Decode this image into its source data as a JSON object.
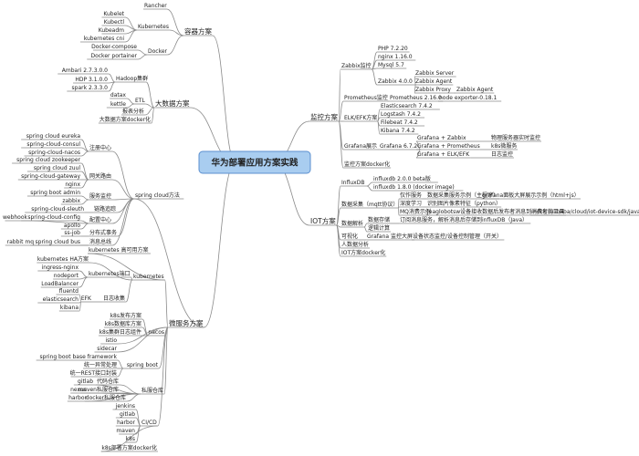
{
  "root": "华为部署应用方案实践",
  "branches": {
    "container": "容器方案",
    "bigdata": "大数据方案",
    "microservice": "微服务方案",
    "monitor": "监控方案",
    "iot": "IOT方案"
  },
  "container": {
    "rancher": "Rancher",
    "kubernetes": "Kubernetes",
    "kubelet": "Kubelet",
    "kubectl": "Kubectl",
    "kubeadm": "Kubeadm",
    "cni": "kubernetes cni",
    "docker": "Docker",
    "compose": "Docker-compose",
    "portainer": "Docker portainer"
  },
  "bigdata": {
    "hadoop": "Hadoop集群",
    "ambari": "Ambari 2.7.3.0.0",
    "hdp": "HDP 3.1.0.0",
    "spark": "spark 2.3.3.0",
    "etl": "ETL",
    "datax": "datax",
    "kettle": "kettle",
    "report": "报表分析",
    "docker": "大数据方案docker化"
  },
  "microservice": {
    "spring_cloud": "spring cloud方法",
    "registry": "注册中心",
    "eureka": "spring cloud eureka",
    "consul": "spring-cloud-consul",
    "nacos": "spring-cloud-nacos",
    "gateway": "网关路由",
    "zookeeper": "spring cloud zookeeper",
    "zuul": "spring cloud zuul",
    "scgateway": "spring-cloud-gateway",
    "nginx": "nginx",
    "monitor": "服务监控",
    "boot_admin": "spring boot admin",
    "zabbix": "zabbix",
    "tracing": "链路追踪",
    "sleuth": "spring-cloud-sleuth",
    "config": "配置中心",
    "webhook": "webhook",
    "scconfig": "spring-cloud-config",
    "apollo": "apollo",
    "tx": "分布式事务",
    "seata": "ss-job",
    "bus": "消息总线",
    "rabbit": "rabbit mq",
    "scbus": "spring cloud bus",
    "kubernetes": "kubernetes",
    "k8s_plan": "kubernetes 高可用方案",
    "k8s_ha": "kubernetes HA方案",
    "ingress": "ingress-nginx",
    "nodeport": "nodeport",
    "k8s_port": "kubernetes端口",
    "lb": "LoadBalancer",
    "fluentd": "fluentd",
    "es": "elasticsearch",
    "efk": "EFK",
    "log": "日志收集",
    "kibana": "kibana",
    "nacos2": "nacos",
    "k8s_deploy": "k8s发布方案",
    "k8s_db": "k8s数据库方案",
    "k8s_log": "k8s集群日志组件",
    "istio": "istio",
    "sidecar": "sidecar",
    "framework": "spring boot base framework",
    "unified_exc": "统一异常处理",
    "rest_wrap": "统一REST接口封装",
    "boot": "spring boot",
    "gitlab_ci": "代码仓库",
    "gitlab": "gitlab",
    "nexus": "nexus",
    "maven": "maven私服仓库",
    "harbor": "harbor",
    "docker_reg": "docker私服仓库",
    "private_repo": "私服仓库",
    "jenkins": "jenkins",
    "gitlab2": "gitlab",
    "harbor2": "harbor",
    "maven2": "maven",
    "k8s2": "k8s",
    "cicd": "CI/CD",
    "ci_docker": "k8s部署方案docker化"
  },
  "monitor": {
    "zabbix": "Zabbix监控",
    "php": "PHP 7.2.20",
    "nginx": "nginx 1.16.0",
    "mysql": "Mysql 5.7",
    "zabbix4": "Zabbix 4.0.0",
    "zserver": "Zabbix Server",
    "zagent": "Zabbix Agent",
    "zproxy": "Zabbix Proxy",
    "zagent2": "Zabbix Agent",
    "prom": "Prometheus监控",
    "prom_ver": "Prometheus 2.16.0",
    "node_exp": "node exporter-0.18.1",
    "elk": "ELK/EFK方案",
    "es": "Elasticsearch 7.4.2",
    "logstash": "Logstash 7.4.2",
    "filebeat": "Filebeat 7.4.2",
    "kibana": "Kibana 7.4.2",
    "grafana": "Grafana展示",
    "grafana_ver": "Grafana 6.7.2",
    "gz": "Grafana + Zabbix",
    "gz_d": "物理服务器实时监控",
    "gp": "Grafana + Prometheus",
    "gp_d": "k8s微服务",
    "ge": "Grafana + ELK/EFK",
    "ge_d": "日志监控",
    "docker": "监控方案docker化"
  },
  "iot": {
    "influx": "InfluxDB",
    "influx1": "influxdb 2.0.0 beta版",
    "influx2": "influxdb 1.8.0 (docker image)",
    "collect": "数据采集（mqtt协议）",
    "c1": "仅作服务",
    "c2": "数据采集服务示例（主程序）",
    "c3": "grafana面板大屏展示示例（html+js）",
    "c4": "深度学习",
    "c5": "识别图片像素特征（python）",
    "c6": "MQ消费示例",
    "c7": "Jeaglobotsw设备接收数据后发布者消息到消费者的工具",
    "c8": "mock (alibaba/cloud/iot-device-sdk/javascript API)",
    "parse": "数据解析",
    "p1": "数据存储",
    "p2": "订阅消息服务，解析消息后存储到influxDB（Java）",
    "p3": "逻辑计算",
    "viz": "可视化",
    "viz_d": "Grafana 监控大屏",
    "viz_d2": "设备状态监控/设备控制管理（开关）",
    "ai": "人数据分析",
    "docker": "IOT方案docker化"
  }
}
